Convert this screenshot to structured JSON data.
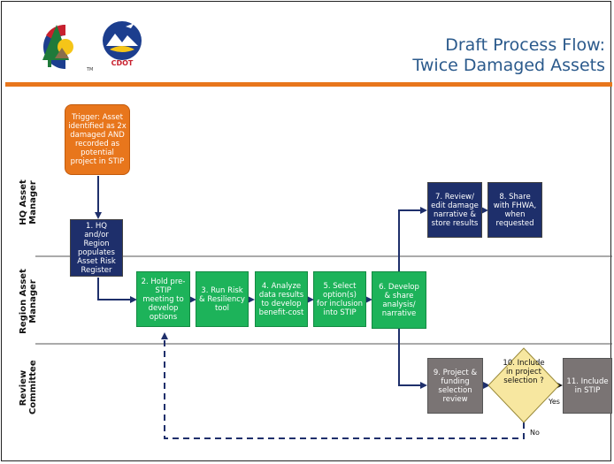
{
  "header": {
    "title_line1": "Draft Process Flow:",
    "title_line2": "Twice Damaged Assets",
    "logo_tm": "TM",
    "cdot_label": "CDOT"
  },
  "lanes": [
    {
      "label": "HQ Asset Manager",
      "line1": "HQ Asset",
      "line2": "Manager"
    },
    {
      "label": "Region Asset Manager",
      "line1": "Region Asset",
      "line2": "Manager"
    },
    {
      "label": "Review Committee",
      "line1": "Review",
      "line2": "Committee"
    }
  ],
  "nodes": {
    "trigger": "Trigger: Asset identified as 2x damaged AND recorded as potential project in STIP",
    "step1": "1. HQ and/or Region populates Asset Risk Register",
    "step2": "2. Hold pre-STIP meeting to develop options",
    "step3": "3. Run Risk & Resiliency tool",
    "step4": "4. Analyze data results to develop benefit-cost",
    "step5": "5. Select option(s) for inclusion into STIP",
    "step6": "6. Develop & share analysis/ narrative",
    "step7": "7. Review/ edit damage narrative & store results",
    "step8": "8. Share with FHWA, when requested",
    "step9": "9. Project & funding selection review",
    "step10": "10. Include in project selection ?",
    "step11": "11. Include in STIP"
  },
  "edges": {
    "yes_label": "Yes",
    "no_label": "No"
  },
  "colors": {
    "accent_orange": "#e8761c",
    "navy": "#1e2f6b",
    "green": "#1db35a",
    "gray": "#7a7474",
    "diamond": "#f7e7a0",
    "title_blue": "#2b5a8c"
  }
}
